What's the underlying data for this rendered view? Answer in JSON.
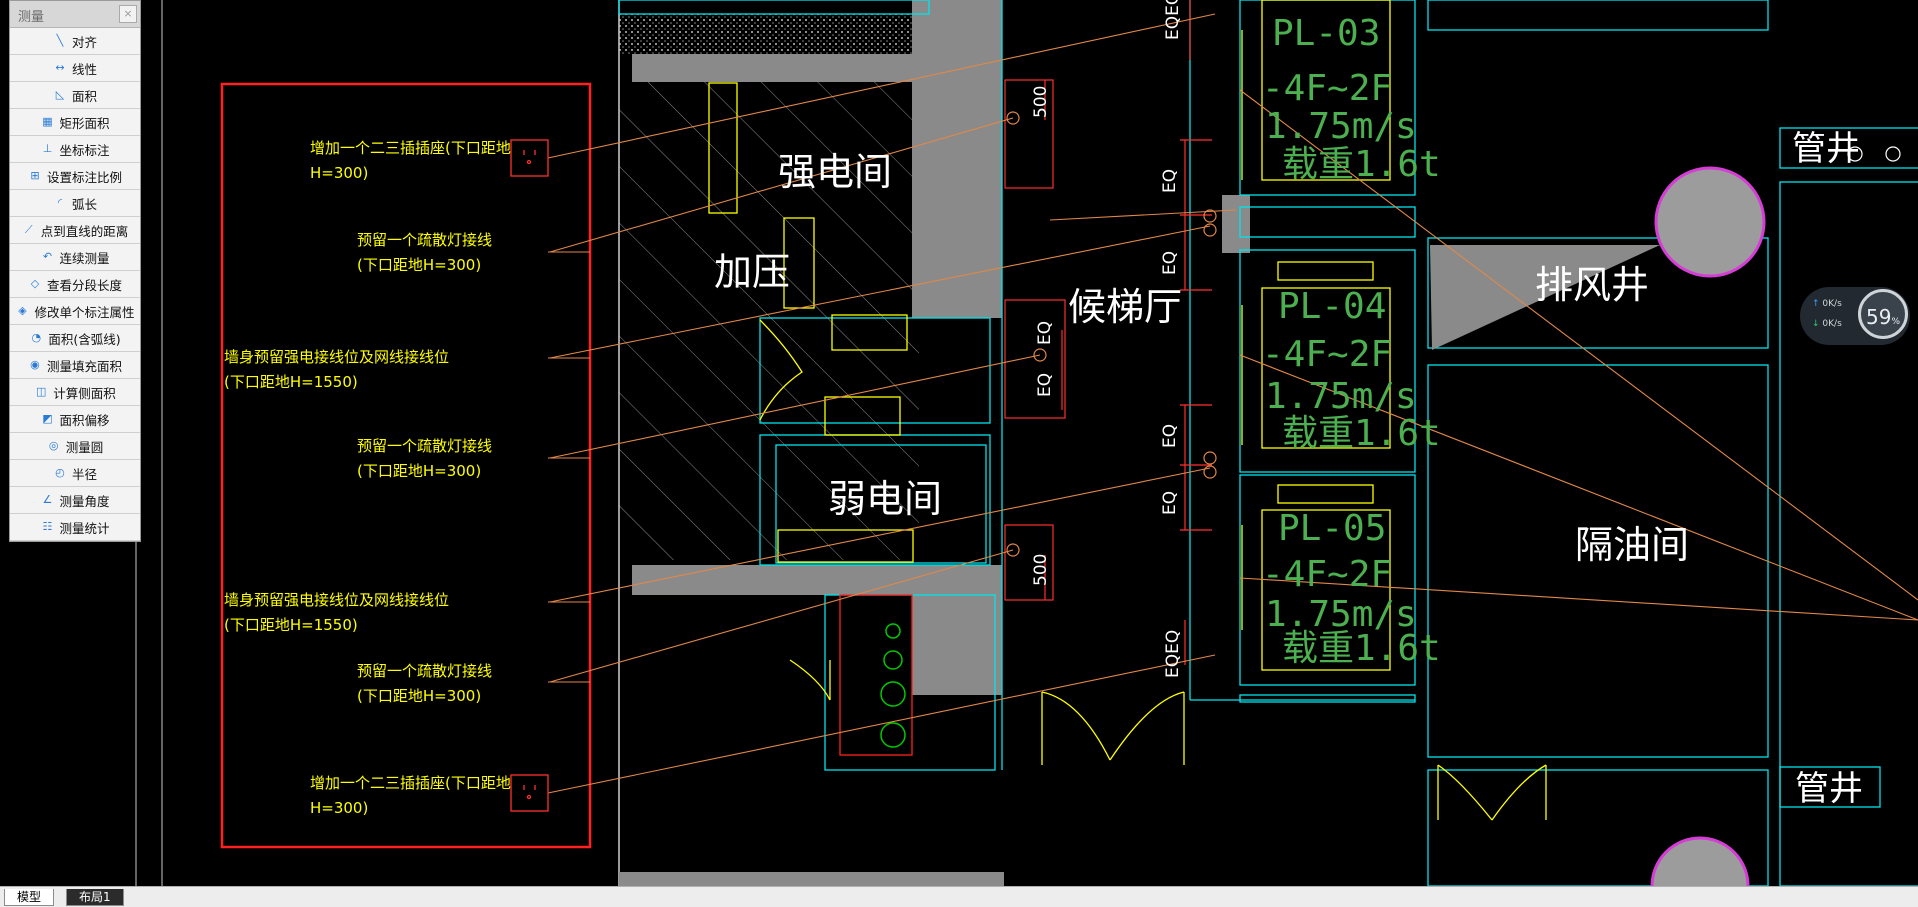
{
  "panel": {
    "title": "测量",
    "close_label": "×",
    "tools": [
      {
        "label": "对齐",
        "icon": "align-icon"
      },
      {
        "label": "线性",
        "icon": "linear-icon"
      },
      {
        "label": "面积",
        "icon": "area-icon"
      },
      {
        "label": "矩形面积",
        "icon": "rect-area-icon"
      },
      {
        "label": "坐标标注",
        "icon": "coordinate-icon"
      },
      {
        "label": "设置标注比例",
        "icon": "scale-icon"
      },
      {
        "label": "弧长",
        "icon": "arc-icon"
      },
      {
        "label": "点到直线的距离",
        "icon": "point-line-icon"
      },
      {
        "label": "连续测量",
        "icon": "continuous-icon"
      },
      {
        "label": "查看分段长度",
        "icon": "segment-icon"
      },
      {
        "label": "修改单个标注属性",
        "icon": "edit-dim-icon"
      },
      {
        "label": "面积(含弧线)",
        "icon": "arc-area-icon"
      },
      {
        "label": "测量填充面积",
        "icon": "fill-area-icon"
      },
      {
        "label": "计算侧面积",
        "icon": "side-area-icon"
      },
      {
        "label": "面积偏移",
        "icon": "offset-icon"
      },
      {
        "label": "测量圆",
        "icon": "circle-icon"
      },
      {
        "label": "半径",
        "icon": "radius-icon"
      },
      {
        "label": "测量角度",
        "icon": "angle-icon"
      },
      {
        "label": "测量统计",
        "icon": "stats-icon"
      }
    ]
  },
  "tabs": {
    "model": "模型",
    "layout1": "布局1"
  },
  "annotations": {
    "a1_l1": "增加一个二三插插座(下口距地",
    "a1_l2": "H=300)",
    "a2_l1": "预留一个疏散灯接线",
    "a2_l2": "(下口距地H=300)",
    "a3_l1": "墙身预留强电接线位及网线接线位",
    "a3_l2": "(下口距地H=1550)",
    "a4_l1": "预留一个疏散灯接线",
    "a4_l2": "(下口距地H=300)",
    "a5_l1": "墙身预留强电接线位及网线接线位",
    "a5_l2": "(下口距地H=1550)",
    "a6_l1": "预留一个疏散灯接线",
    "a6_l2": "(下口距地H=300)",
    "a7_l1": "增加一个二三插插座(下口距地",
    "a7_l2": "H=300)"
  },
  "rooms": {
    "strong": "强电间",
    "press": "加压",
    "weak": "弱电间",
    "hall": "候梯厅",
    "exhaust": "排风井",
    "oil": "隔油间",
    "shaft1": "管井",
    "shaft2": "管井"
  },
  "elevators": [
    {
      "id": "PL-03",
      "floors": "-4F~2F",
      "speed": "1.75m/s",
      "load": "载重1.6t"
    },
    {
      "id": "PL-04",
      "floors": "-4F~2F",
      "speed": "1.75m/s",
      "load": "载重1.6t"
    },
    {
      "id": "PL-05",
      "floors": "-4F~2F",
      "speed": "1.75m/s",
      "load": "载重1.6t"
    }
  ],
  "dims": {
    "d500a": "500",
    "d500b": "500",
    "eq": "EQ",
    "eqeq": "EQEQ"
  },
  "network": {
    "up": "0K/s",
    "down": "0K/s",
    "percent": "59",
    "percent_unit": "%"
  },
  "colors": {
    "background": "#000000",
    "annotation": "#ffff00",
    "frame": "#ff2020",
    "wall": "#8a8a8a",
    "cyan": "#00e5ee",
    "leader": "#e0884a",
    "elevator_text": "#4caf50"
  }
}
